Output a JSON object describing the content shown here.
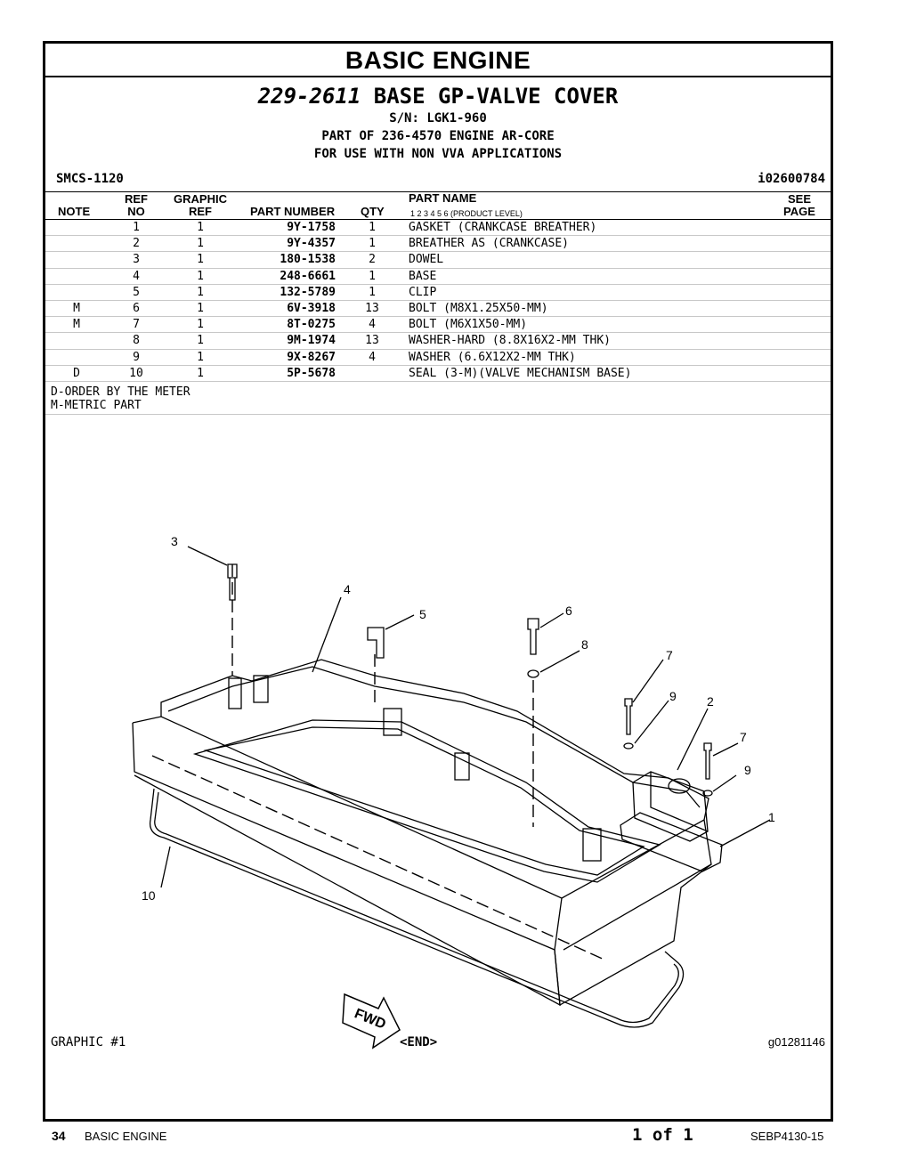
{
  "section_title": "BASIC ENGINE",
  "header": {
    "part_number": "229-2611",
    "part_title": "BASE GP-VALVE COVER",
    "serial": "S/N: LGK1-960",
    "part_of": "PART OF 236-4570 ENGINE AR-CORE",
    "use": "FOR USE WITH NON VVA APPLICATIONS",
    "smcs": "SMCS-1120",
    "doc_id": "i02600784"
  },
  "columns": {
    "note": "NOTE",
    "ref_top": "REF",
    "ref_bottom": "NO",
    "graphic_top": "GRAPHIC",
    "graphic_bottom": "REF",
    "part_number": "PART NUMBER",
    "qty": "QTY",
    "part_name": "PART NAME",
    "product_levels": "1   2   3   4   5   6   (PRODUCT LEVEL)",
    "see_top": "SEE",
    "see_bottom": "PAGE"
  },
  "parts": [
    {
      "note": "",
      "ref": "1",
      "gref": "1",
      "pn": "9Y-1758",
      "qty": "1",
      "name": "GASKET (CRANKCASE BREATHER)"
    },
    {
      "note": "",
      "ref": "2",
      "gref": "1",
      "pn": "9Y-4357",
      "qty": "1",
      "name": "BREATHER AS (CRANKCASE)"
    },
    {
      "note": "",
      "ref": "3",
      "gref": "1",
      "pn": "180-1538",
      "qty": "2",
      "name": "DOWEL"
    },
    {
      "note": "",
      "ref": "4",
      "gref": "1",
      "pn": "248-6661",
      "qty": "1",
      "name": "BASE"
    },
    {
      "note": "",
      "ref": "5",
      "gref": "1",
      "pn": "132-5789",
      "qty": "1",
      "name": "CLIP"
    },
    {
      "note": "M",
      "ref": "6",
      "gref": "1",
      "pn": "6V-3918",
      "qty": "13",
      "name": "BOLT (M8X1.25X50-MM)"
    },
    {
      "note": "M",
      "ref": "7",
      "gref": "1",
      "pn": "8T-0275",
      "qty": "4",
      "name": "BOLT (M6X1X50-MM)"
    },
    {
      "note": "",
      "ref": "8",
      "gref": "1",
      "pn": "9M-1974",
      "qty": "13",
      "name": "WASHER-HARD (8.8X16X2-MM THK)"
    },
    {
      "note": "",
      "ref": "9",
      "gref": "1",
      "pn": "9X-8267",
      "qty": "4",
      "name": "WASHER (6.6X12X2-MM THK)"
    },
    {
      "note": "D",
      "ref": "10",
      "gref": "1",
      "pn": "5P-5678",
      "qty": "",
      "name": "SEAL (3-M)(VALVE MECHANISM BASE)"
    }
  ],
  "notes": [
    "D-ORDER BY THE METER",
    "M-METRIC PART"
  ],
  "graphic": {
    "callouts": [
      "3",
      "4",
      "5",
      "6",
      "8",
      "7",
      "9",
      "2",
      "7",
      "9",
      "1",
      "10"
    ],
    "fwd_label": "FWD",
    "caption": "GRAPHIC #1",
    "end": "<END>",
    "graphic_id": "g01281146"
  },
  "footer": {
    "page": "34",
    "section": "BASIC ENGINE",
    "page_of": "1 of 1",
    "doc": "SEBP4130-15"
  }
}
